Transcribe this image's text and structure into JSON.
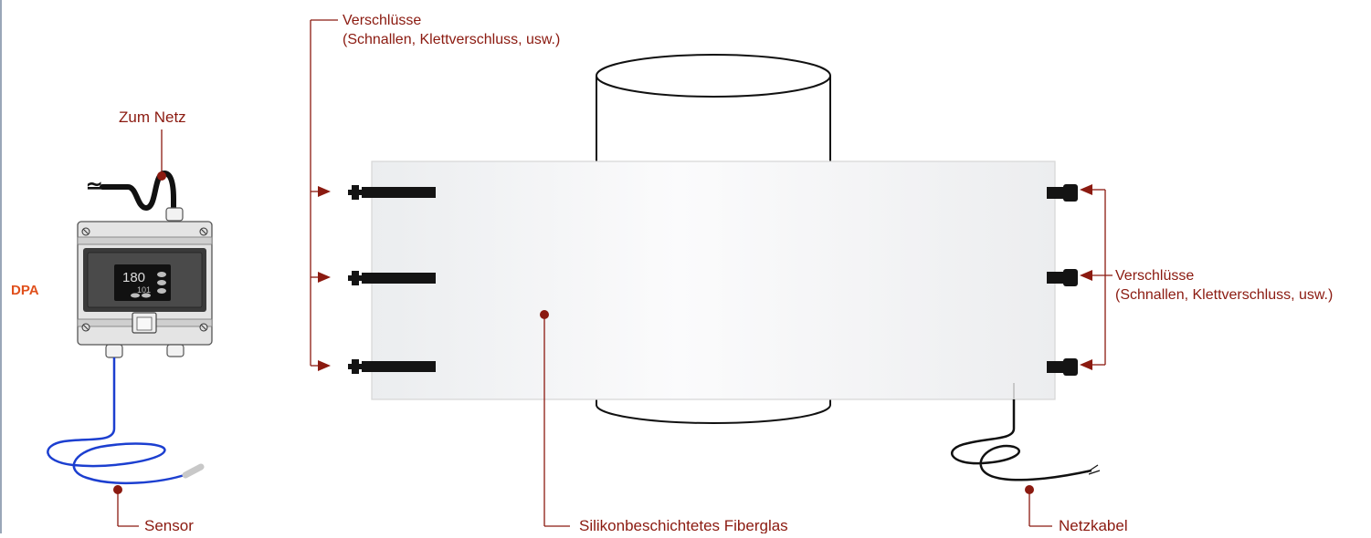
{
  "diagram": {
    "labels": {
      "closures_left_line1": "Verschlüsse",
      "closures_left_line2": "(Schnallen, Klettverschluss, usw.)",
      "closures_right_line1": "Verschlüsse",
      "closures_right_line2": "(Schnallen, Klettverschluss, usw.)",
      "to_mains": "Zum Netz",
      "controller_name": "DPA",
      "sensor": "Sensor",
      "material": "Silikonbeschichtetes Fiberglas",
      "power_cable": "Netzkabel",
      "ac_symbol": "≃",
      "display_top": "180",
      "display_bottom": "101"
    },
    "colors": {
      "label": "#8b1a10",
      "controller_name": "#e0501c",
      "sensor_cable": "#1c3fd0",
      "strap": "#141414",
      "jacket_fill": "#f3f4f5",
      "jacket_border": "#d6d6d6",
      "housing": "#e4e4e4",
      "panel": "#3a3a3a",
      "display": "#111111"
    },
    "icons": {
      "arrow": "right-pointing-triangle",
      "leader_dot": "filled-circle",
      "buckle": "strap-buckle"
    }
  }
}
